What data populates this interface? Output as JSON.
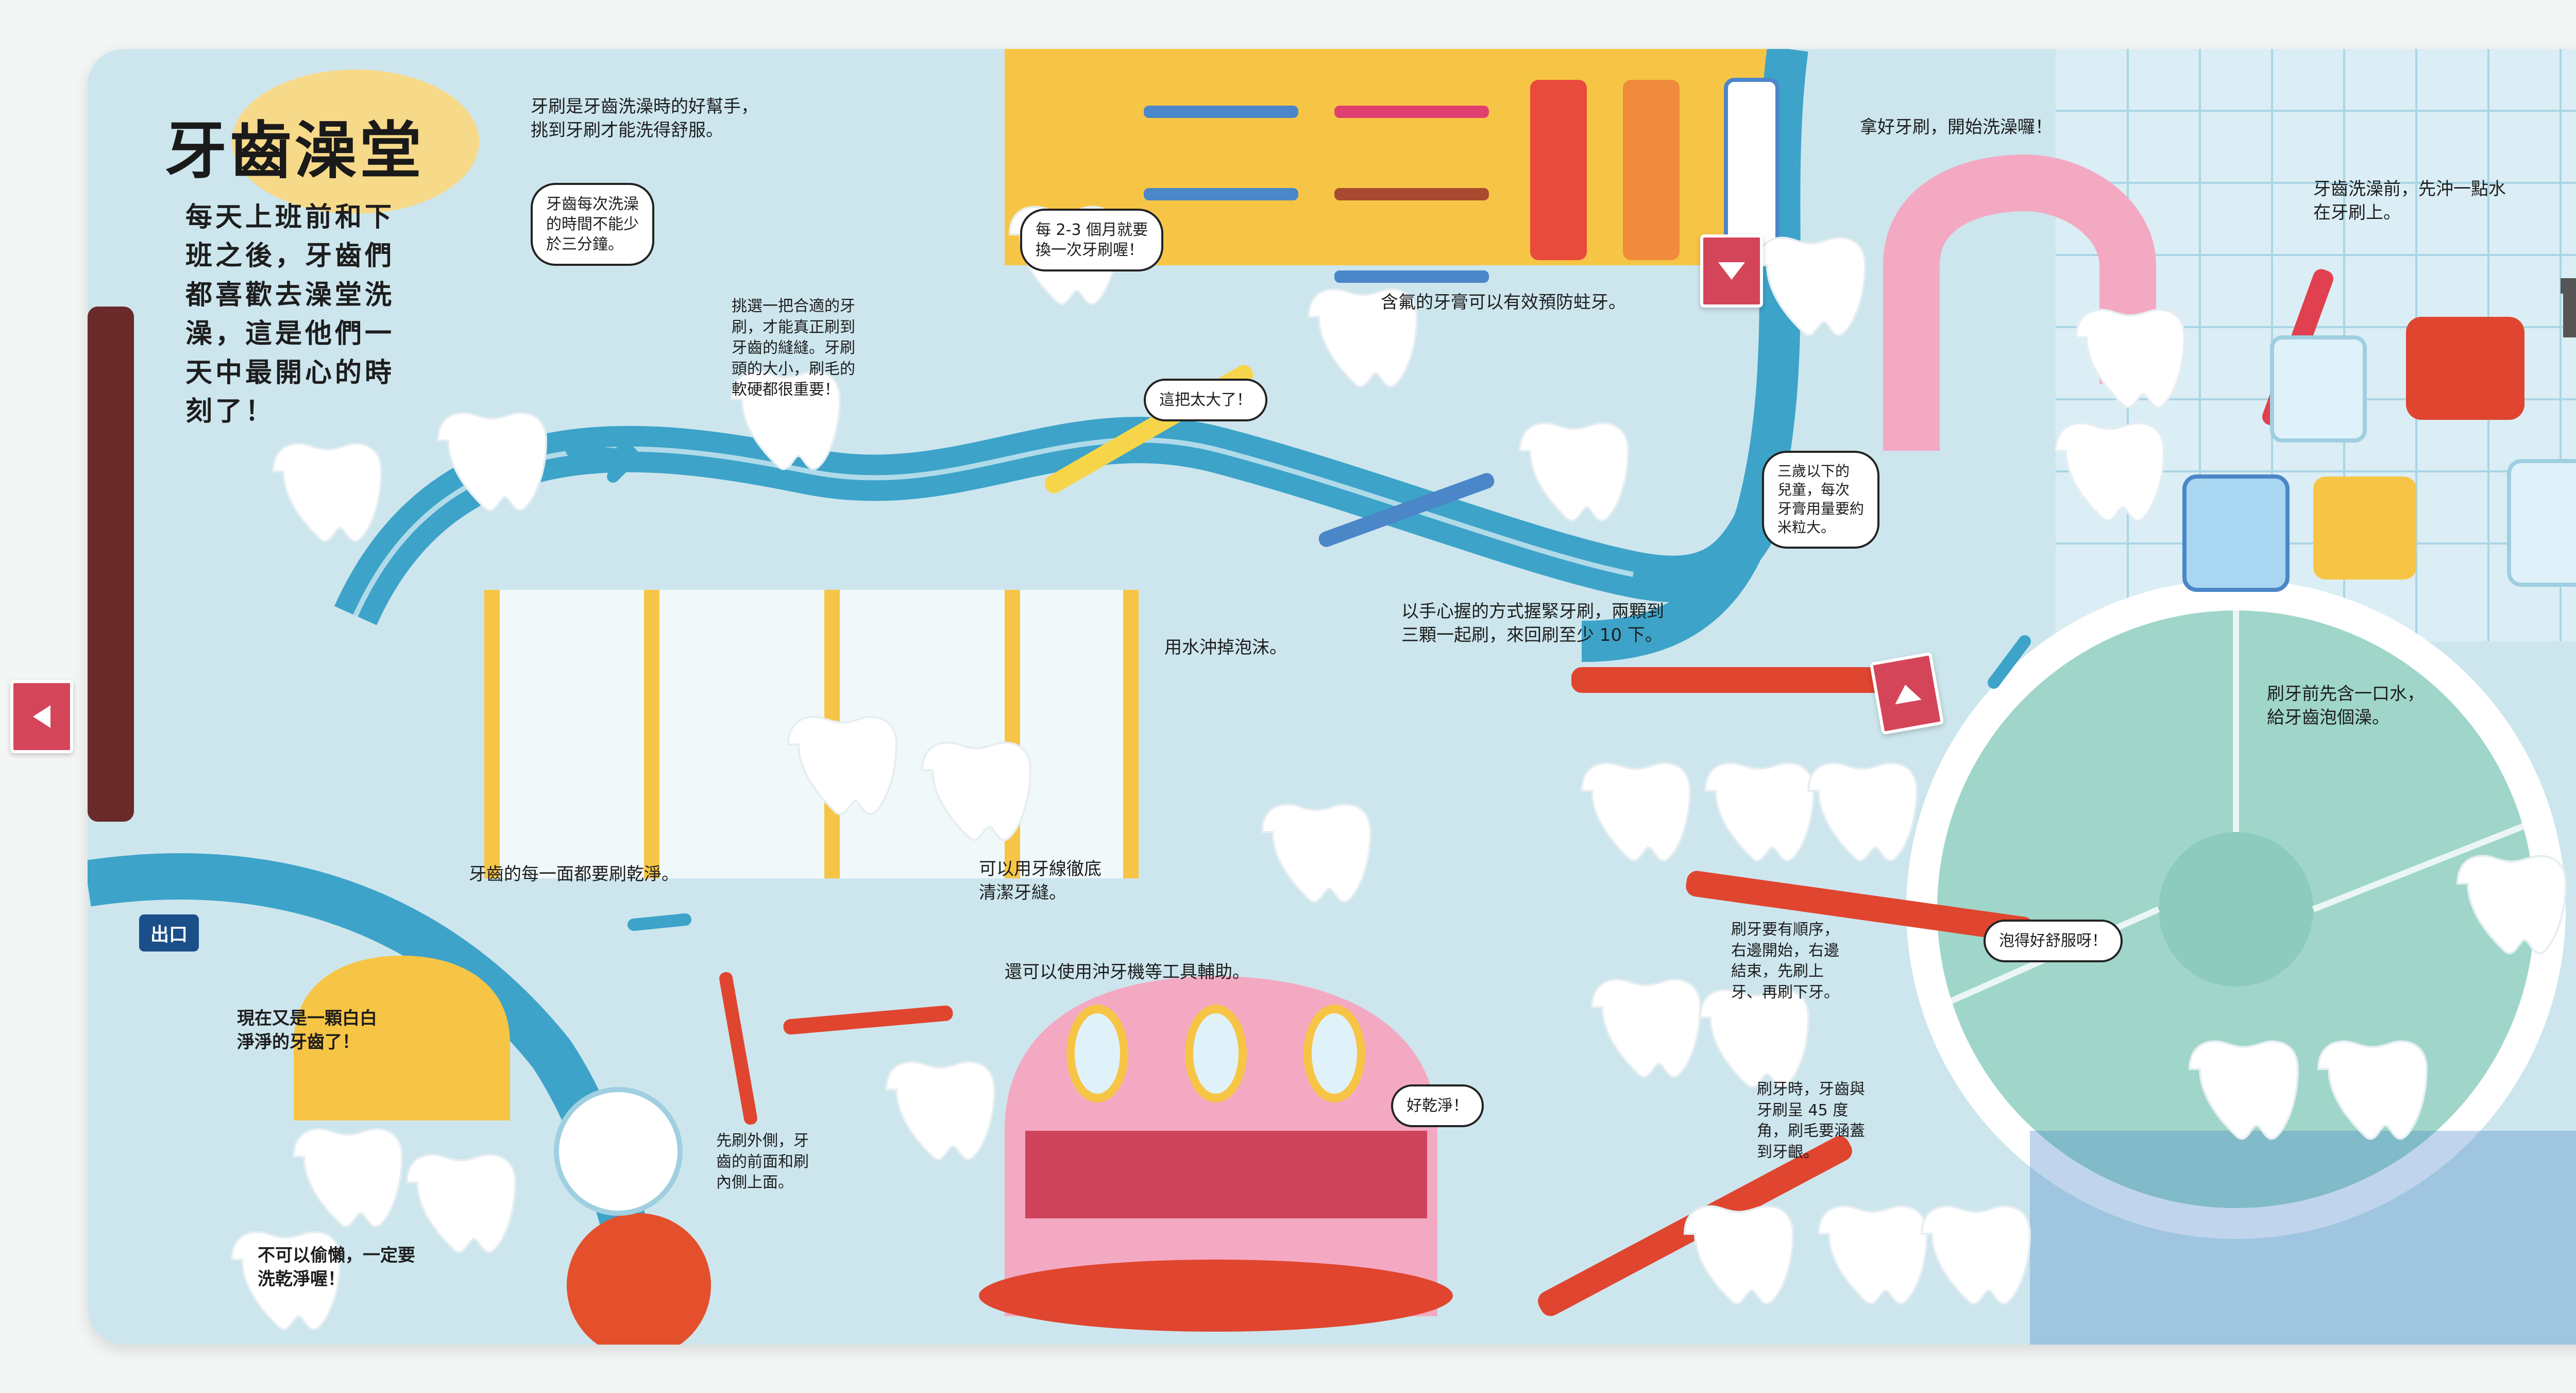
{
  "title": "牙齒澡堂",
  "intro": "每天上班前和下\n班之後，牙齒們\n都喜歡去澡堂洗\n澡，這是他們一\n天中最開心的時\n刻了！",
  "exit_label": "出口",
  "texts": {
    "toothbrush_helper": "牙刷是牙齒洗澡時的好幫手，\n挑到牙刷才能洗得舒服。",
    "bath_time": "牙齒每次洗澡\n的時間不能少\n於三分鐘。",
    "brush_size": "挑選一把合適的牙\n刷，才能真正刷到\n牙齒的縫縫。牙刷\n頭的大小，刷毛的\n軟硬都很重要！",
    "replace_brush": "每 2-3 個月就要\n換一次牙刷喔！",
    "too_big": "這把太大了！",
    "fluoride": "含氟的牙膏可以有效預防蛀牙。",
    "kids_paste": "三歲以下的\n兒童，每次\n牙膏用量要約\n米粒大。",
    "rinse_brush": "牙齒洗澡前，先沖一點水\n在牙刷上。",
    "brush_ready": "拿好牙刷，開始洗澡囉！",
    "hold_method": "以手心握的方式握緊牙刷，兩顆到\n三顆一起刷，來回刷至少 10 下。",
    "rinse_foam": "用水沖掉泡沫。",
    "every_surface": "牙齒的每一面都要刷乾淨。",
    "floss": "可以用牙線徹底\n清潔牙縫。",
    "water_flosser": "還可以使用沖牙機等工具輔助。",
    "clean_white": "現在又是一顆白白\n淨淨的牙齒了！",
    "no_lazy": "不可以偷懶，一定要\n洗乾淨喔！",
    "outer_inner": "先刷外側，牙\n齒的前面和刷\n內側上面。",
    "hot_water": "好乾淨！",
    "sip_water": "刷牙前先含一口水，\n給牙齒泡個澡。",
    "comfy": "泡得好舒服呀！",
    "upper_lower": "刷牙要有順序，\n右邊開始，右邊\n結束，先刷上\n牙、再刷下牙。",
    "brush_angle": "刷牙時，牙齒與\n牙刷呈 45 度\n角，刷毛要涵蓋\n到牙齦。"
  },
  "colors": {
    "page_bg": "#cde6ee",
    "river": "#3da3c9",
    "yellow_wall": "#f7c545",
    "pink_sauna": "#f3a9c2",
    "nav_red": "#d5455a",
    "tile": "#dbeef5"
  },
  "icons": {
    "left_nav": "chevron-left-icon",
    "down_nav": "chevron-down-icon",
    "up_nav": "chevron-up-icon"
  }
}
